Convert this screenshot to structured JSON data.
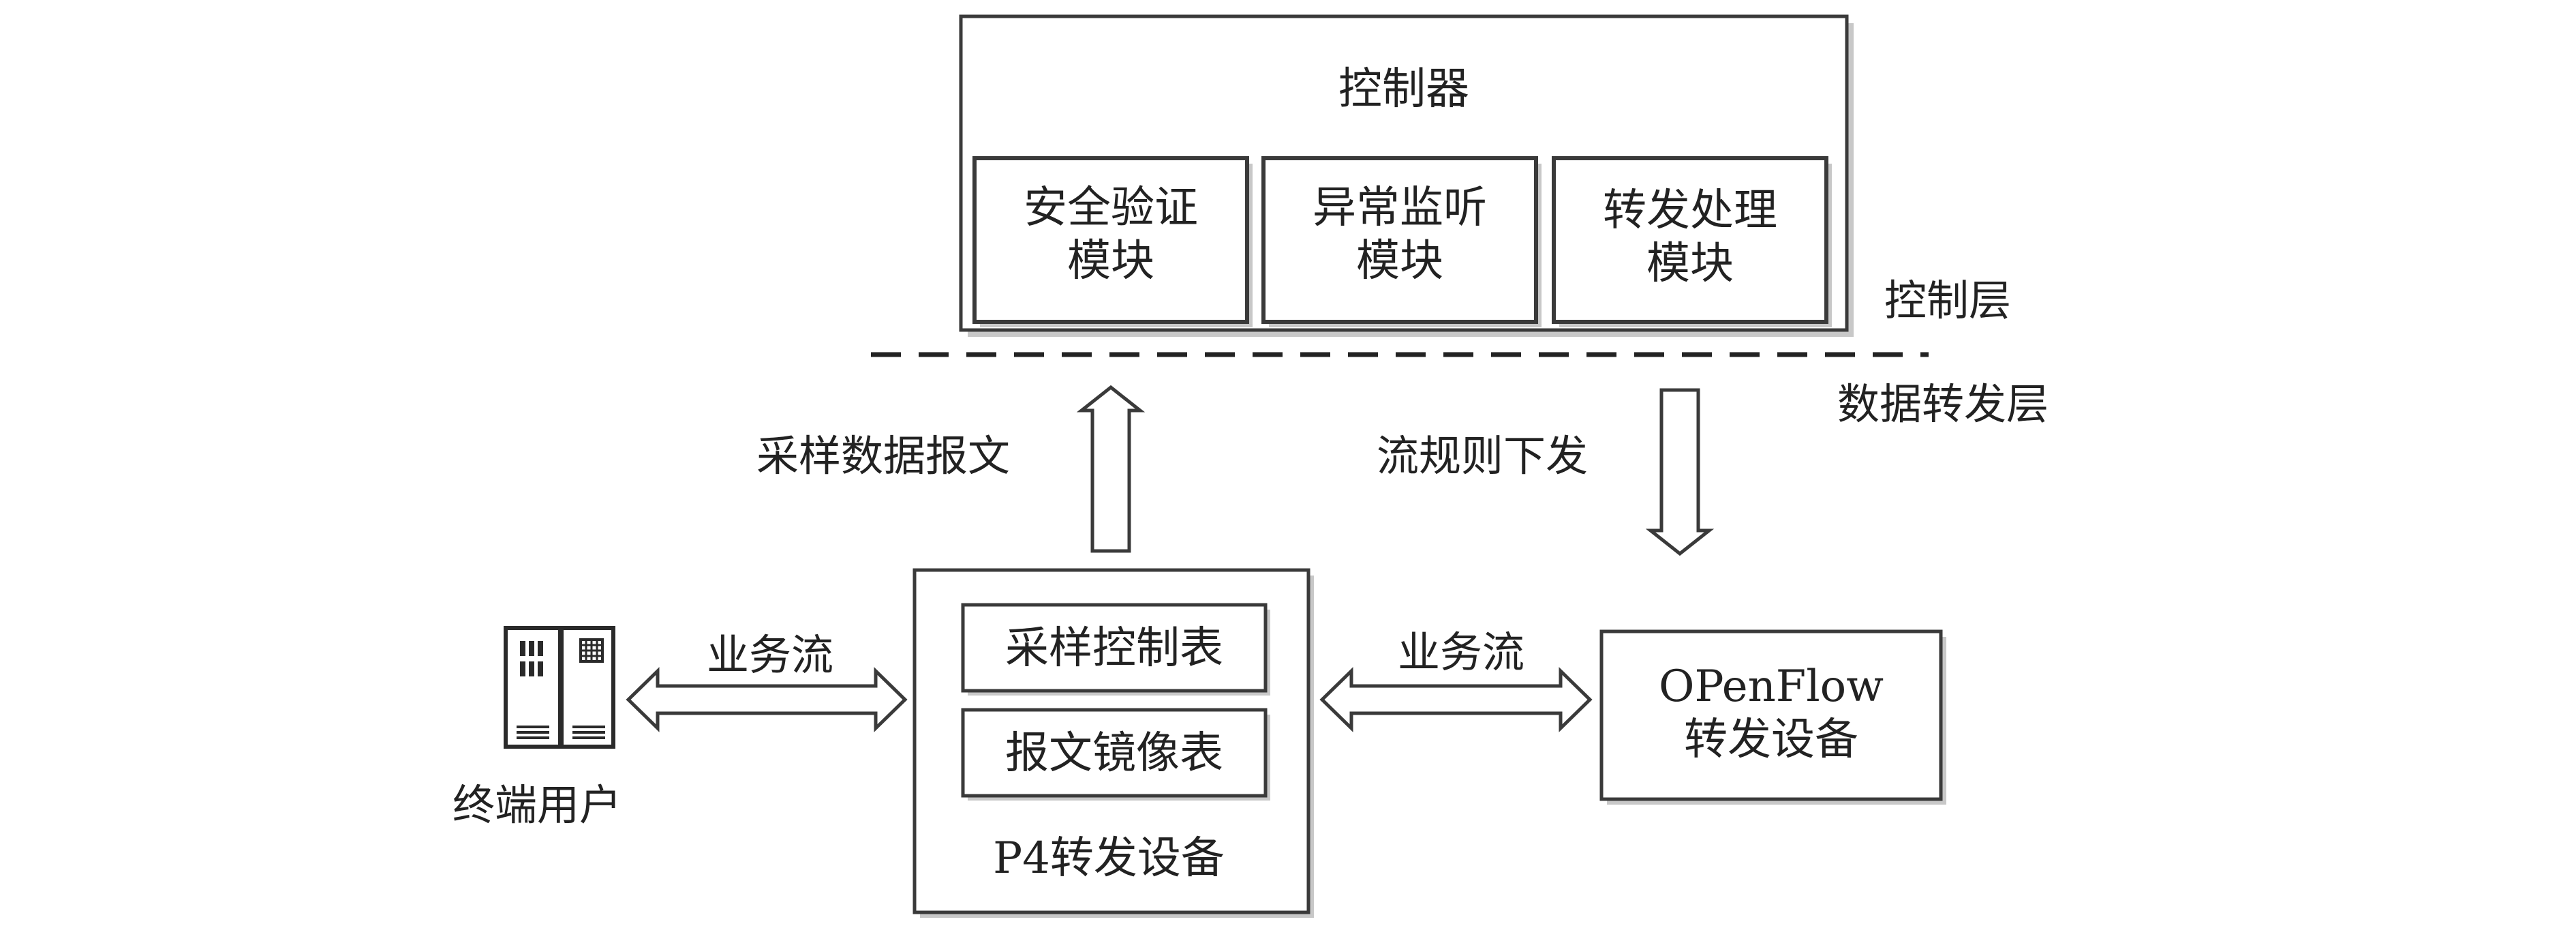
{
  "controller": {
    "title": "控制器",
    "modules": [
      {
        "line1": "安全验证",
        "line2": "模块"
      },
      {
        "line1": "异常监听",
        "line2": "模块"
      },
      {
        "line1": "转发处理",
        "line2": "模块"
      }
    ]
  },
  "layers": {
    "control": "控制层",
    "data_forwarding": "数据转发层"
  },
  "flows": {
    "sampling_packets": "采样数据报文",
    "flow_rule_delivery": "流规则下发",
    "business_flow_left": "业务流",
    "business_flow_right": "业务流"
  },
  "p4_device": {
    "tables": [
      "采样控制表",
      "报文镜像表"
    ],
    "label": "P4转发设备"
  },
  "openflow_device": {
    "line1": "OPenFlow",
    "line2": "转发设备"
  },
  "terminal_user": {
    "label": "终端用户",
    "icon": "server-icon"
  }
}
